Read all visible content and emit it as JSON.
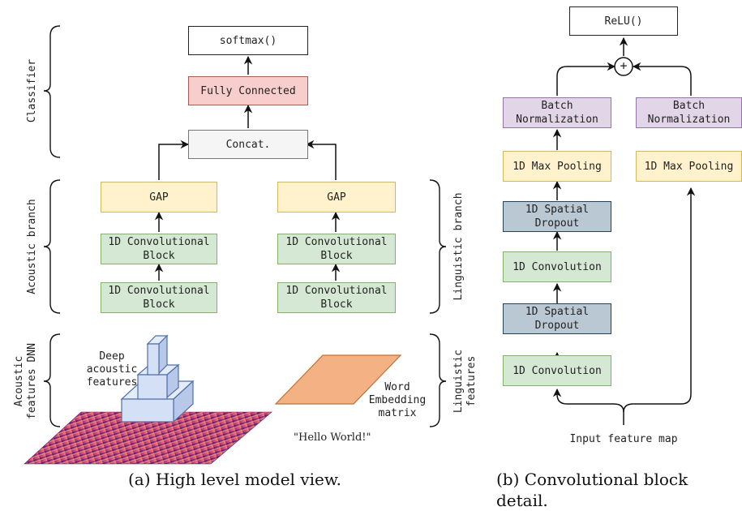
{
  "panel_a": {
    "classifier": {
      "softmax": "softmax()",
      "fully_connected": "Fully Connected",
      "concat": "Concat."
    },
    "branches": {
      "acoustic": {
        "gap": "GAP",
        "conv_block_top": "1D Convolutional\nBlock",
        "conv_block_bottom": "1D Convolutional\nBlock"
      },
      "linguistic": {
        "gap": "GAP",
        "conv_block_top": "1D Convolutional\nBlock",
        "conv_block_bottom": "1D Convolutional\nBlock"
      }
    },
    "side_labels": {
      "classifier": "Classifier",
      "acoustic_branch": "Acoustic branch",
      "acoustic_features": "Acoustic\nfeatures DNN",
      "linguistic_branch": "Linguistic branch",
      "linguistic_features": "Linguistic\nfeatures"
    },
    "inputs": {
      "deep_features": "Deep\nacoustic\nfeatures",
      "word_embedding": "Word\nEmbedding\nmatrix",
      "hello_world": "\"Hello World!\""
    },
    "caption": "(a) High level model view."
  },
  "panel_b": {
    "relu": "ReLU()",
    "plus": "+",
    "main_path": {
      "batch_norm": "Batch\nNormalization",
      "max_pool": "1D Max Pooling",
      "spatial_dropout_top": "1D Spatial\nDropout",
      "convolution_top": "1D Convolution",
      "spatial_dropout_bottom": "1D Spatial\nDropout",
      "convolution_bottom": "1D Convolution"
    },
    "skip_path": {
      "batch_norm": "Batch\nNormalization",
      "max_pool": "1D Max Pooling"
    },
    "input_label": "Input feature map",
    "caption": "(b) Convolutional block\ndetail."
  },
  "colors": {
    "red": "#f8cecc",
    "yellow": "#fff2cc",
    "green": "#d5e8d4",
    "purple": "#e1d5e7",
    "steel": "#bac8d3",
    "gray": "#f5f5f5",
    "orange": "#f4b183"
  }
}
